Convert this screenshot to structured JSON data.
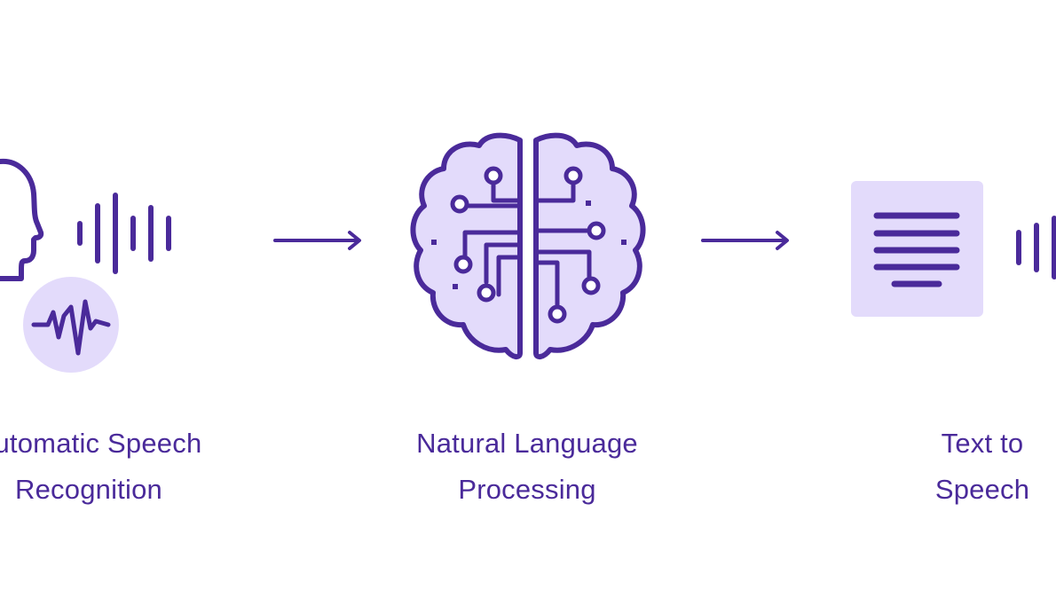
{
  "colors": {
    "stroke": "#4a2a9a",
    "fill_light": "#e3dbfb",
    "text": "#4a2a9a",
    "background": "#ffffff"
  },
  "steps": [
    {
      "id": "asr",
      "label_line1": "Automatic Speech",
      "label_line2": "Recognition",
      "icon": "head-speaking-icon"
    },
    {
      "id": "nlp",
      "label_line1": "Natural Language",
      "label_line2": "Processing",
      "icon": "brain-circuit-icon"
    },
    {
      "id": "tts",
      "label_line1": "Text to",
      "label_line2": "Speech",
      "icon": "text-document-icon"
    }
  ],
  "connectors": [
    {
      "from": "asr",
      "to": "nlp",
      "icon": "arrow-right-icon"
    },
    {
      "from": "nlp",
      "to": "tts",
      "icon": "arrow-right-icon"
    }
  ]
}
